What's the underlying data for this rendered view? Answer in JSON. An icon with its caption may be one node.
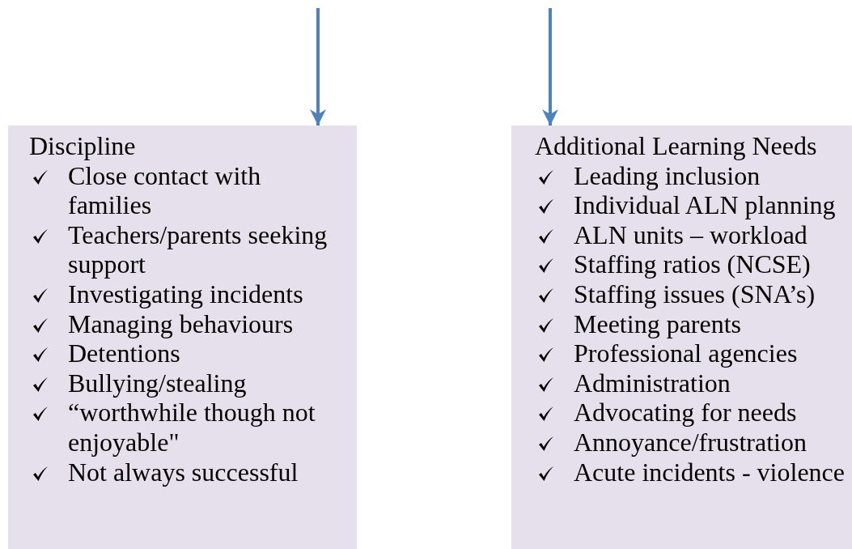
{
  "diagram": {
    "nodes": [
      {
        "text": [
          "Discipline",
          "Close contact with families",
          "Teachers/parents seeking support",
          "Investigating incidents",
          "Managing behaviours",
          "Detentions",
          "Bullying/stealing",
          "“worthwhile though not enjoyable\"",
          "Not always successful"
        ]
      },
      {
        "text": [
          "Additional Learning Needs",
          "Leading inclusion",
          "Individual ALN planning",
          "ALN units – workload",
          "Staffing ratios (NCSE)",
          "Staffing issues (SNA’s)",
          "Meeting parents",
          "Professional agencies",
          "Administration",
          "Advocating for needs",
          "Annoyance/frustration",
          "Acute incidents - violence"
        ]
      }
    ],
    "edges": [
      {
        "from": null,
        "to": 0,
        "arrow": "to"
      },
      {
        "from": null,
        "to": 1,
        "arrow": "to"
      }
    ]
  }
}
